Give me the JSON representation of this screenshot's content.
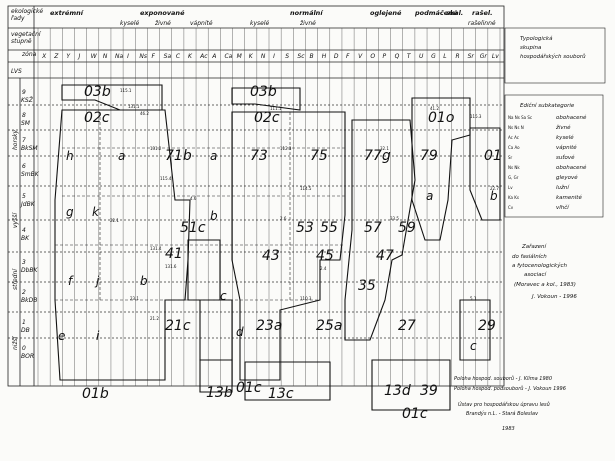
{
  "header": {
    "corner": [
      "ekologické",
      "řady",
      "vegetační",
      "stupně"
    ],
    "lvs": "LVS",
    "zone": "zóna",
    "groups": [
      "extrémní",
      "exponované",
      "normální",
      "oglejené",
      "podmáčené",
      "skal.",
      "rašel."
    ],
    "subgroups": [
      "kyselé",
      "živné",
      "vápnité",
      "kyselé",
      "živné",
      "rašelinné"
    ],
    "columns": [
      "X",
      "Z",
      "Y",
      "J",
      "W",
      "N",
      "Na",
      "I",
      "Ns",
      "F",
      "Sa",
      "C",
      "K",
      "Ac",
      "A",
      "Ca",
      "M",
      "K",
      "N",
      "I",
      "S",
      "Sc",
      "B",
      "H",
      "D",
      "F",
      "V",
      "O",
      "P",
      "Q",
      "T",
      "U",
      "G",
      "L",
      "R",
      "Sr",
      "Gr",
      "Lv"
    ]
  },
  "tiers": [
    "horský",
    "vyšší",
    "střední",
    "nižší"
  ],
  "rows": [
    {
      "num": "9",
      "code": "KSŽ"
    },
    {
      "num": "8",
      "code": "SM"
    },
    {
      "num": "7",
      "code": "BkSM"
    },
    {
      "num": "6",
      "code": "SmBK"
    },
    {
      "num": "5",
      "code": "JdBK"
    },
    {
      "num": "4",
      "code": "BK"
    },
    {
      "num": "3",
      "code": "DbBK"
    },
    {
      "num": "2",
      "code": "BkDB"
    },
    {
      "num": "1",
      "code": "DB"
    },
    {
      "num": "0",
      "code": "BOR"
    }
  ],
  "units": [
    "03b",
    "02c",
    "h",
    "a",
    "71b",
    "g",
    "k",
    "51c",
    "41",
    "f",
    "j",
    "b",
    "21c",
    "e",
    "i",
    "01b",
    "03b",
    "02c",
    "73",
    "75",
    "53",
    "55",
    "43",
    "45",
    "23a",
    "25a",
    "13c",
    "13b",
    "01c",
    "77g",
    "59",
    "57",
    "47",
    "27",
    "35",
    "13d",
    "01c",
    "39",
    "01o",
    "79",
    "01",
    "29",
    "a",
    "b",
    "c",
    "d",
    "a",
    "b",
    "c"
  ],
  "codes": [
    "115.1",
    "131.1",
    "46.2",
    "131.2",
    "115.4",
    "4.6",
    "22.1",
    "131.4",
    "131.6",
    "23.1",
    "21.2",
    "111.1",
    "112.3",
    "114.5",
    "2.6",
    "2.4",
    "110.3",
    "32.1",
    "33.5",
    "41.2",
    "115.3",
    "22.7",
    "5.1"
  ],
  "legend": {
    "title": [
      "Typologická",
      "skupina",
      "hospodářských souborů"
    ],
    "sub_title": "Ediční subkategorie",
    "items": [
      {
        "code": "Na Ns Sa Sc",
        "label": "obohacené"
      },
      {
        "code": "Ns Ns N",
        "label": "živné"
      },
      {
        "code": "Ac Ac",
        "label": "kyselé"
      },
      {
        "code": "Ca Ao",
        "label": "vápnité"
      },
      {
        "code": "Sr",
        "label": "suťové"
      },
      {
        "code": "Ns Nk",
        "label": "obohacené"
      },
      {
        "code": "G, Gr",
        "label": "gleyové"
      },
      {
        "code": "Lv",
        "label": "lužní"
      },
      {
        "code": "Ka Ks",
        "label": "kamenité"
      },
      {
        "code": "Cv",
        "label": "vlhčí"
      }
    ],
    "assign": [
      "Zařazení",
      "do fasiálních",
      "a fytocenologických",
      "asociací",
      "(Moravec a kol., 1983)"
    ],
    "author": "J. Vokoun - 1996"
  },
  "notes": {
    "position_1": "Poloha hospod. souborů - J. Klíma 1980",
    "position_2": "Poloha hospod. podsouborů - J. Vokoun 1996",
    "institute": "Ústav pro hospodářskou úpravu lesů",
    "city": "Brandýs n.L. - Stará Boleslav",
    "year": "1983"
  }
}
